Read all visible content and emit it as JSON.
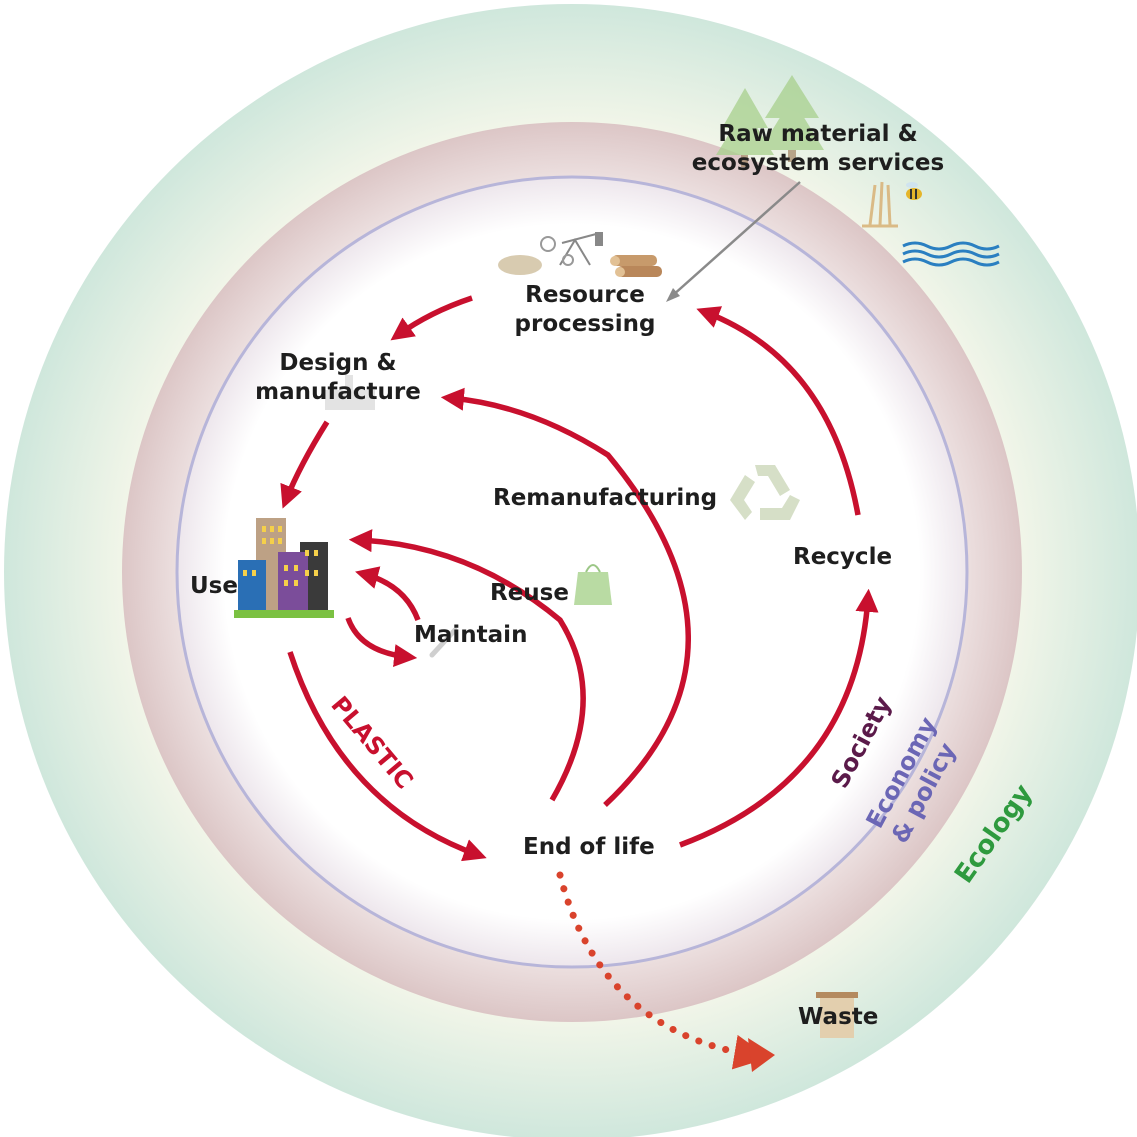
{
  "labels": {
    "raw_material": [
      "Raw material &",
      "ecosystem services"
    ],
    "resource_processing": [
      "Resource",
      "processing"
    ],
    "design_manufacture": [
      "Design &",
      "manufacture"
    ],
    "remanufacturing": "Remanufacturing",
    "recycle": "Recycle",
    "use": "Use",
    "reuse": "Reuse",
    "maintain": "Maintain",
    "end_of_life": "End of life",
    "waste": "Waste",
    "plastic": "PLASTIC",
    "society": "Society",
    "economy_policy": [
      "Economy",
      "& policy"
    ],
    "ecology": "Ecology"
  },
  "colors": {
    "arrow": "#c8102e",
    "waste_arrow": "#d9432c",
    "society": "#5b1a4a",
    "economy": "#6b66b5",
    "ecology": "#2e9a3e",
    "outer_ring": "#cfe8d6",
    "society_ring": "#e2cfcf",
    "economy_ring": "#b7b5d9"
  },
  "icons": [
    "tree-icon",
    "wheat-icon",
    "bee-icon",
    "water-waves-icon",
    "oil-pump-icon",
    "gears-icon",
    "logs-icon",
    "factory-icon",
    "city-buildings-icon",
    "recycle-icon",
    "shopping-bag-icon",
    "wrench-icon",
    "trash-bin-icon"
  ]
}
